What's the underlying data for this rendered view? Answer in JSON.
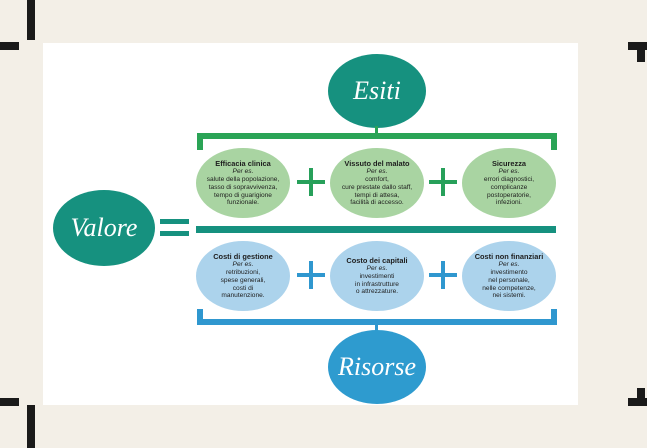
{
  "colors": {
    "teal": "#16917f",
    "green_bracket": "#2aa456",
    "blue_bracket": "#2f97cf",
    "green_oval": "#a9d4a2",
    "blue_oval": "#acd3ec",
    "risorse": "#2e9bcf"
  },
  "top": {
    "label": "Esiti"
  },
  "left": {
    "label": "Valore"
  },
  "bottom": {
    "label": "Risorse"
  },
  "outcomes": [
    {
      "title": "Efficacia clinica",
      "prefix": "Per es.",
      "lines": [
        "salute della popolazione,",
        "tasso di sopravvivenza,",
        "tempo di guarigione",
        "funzionale."
      ]
    },
    {
      "title": "Vissuto del malato",
      "prefix": "Per es.",
      "lines": [
        "comfort,",
        "cure prestate dallo staff,",
        "tempi di attesa,",
        "facilità di accesso."
      ]
    },
    {
      "title": "Sicurezza",
      "prefix": "Per es.",
      "lines": [
        "errori diagnostici,",
        "complicanze",
        "postoperatorie,",
        "infezioni."
      ]
    }
  ],
  "costs": [
    {
      "title": "Costi di gestione",
      "prefix": "Per es.",
      "lines": [
        "retribuzioni,",
        "spese generali,",
        "costi di",
        "manutenzione."
      ]
    },
    {
      "title": "Costo dei capitali",
      "prefix": "Per es.",
      "lines": [
        "investimenti",
        "in infrastrutture",
        "o attrezzature."
      ]
    },
    {
      "title": "Costi non finanziari",
      "prefix": "Per es.",
      "lines": [
        "investimento",
        "nel personale,",
        "nelle competenze,",
        "nei sistemi."
      ]
    }
  ]
}
